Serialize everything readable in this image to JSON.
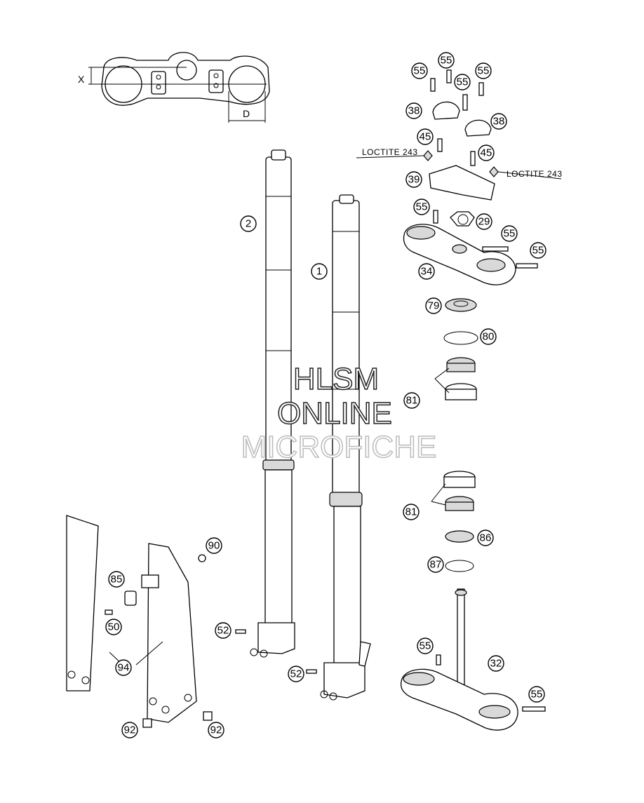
{
  "dimension_labels": {
    "x": "X",
    "d": "D"
  },
  "loctite_labels": [
    "LOCTITE 243",
    "LOCTITE 243"
  ],
  "watermark": {
    "line1": "HLSM",
    "line2": "ONLINE",
    "line3": "MICROFICHE"
  },
  "callouts": {
    "c55a": "55",
    "c55b": "55",
    "c55c": "55",
    "c55d": "55",
    "c38a": "38",
    "c38b": "38",
    "c45a": "45",
    "c45b": "45",
    "c39": "39",
    "c55e": "55",
    "c29": "29",
    "c55f": "55",
    "c55g": "55",
    "c34": "34",
    "c79": "79",
    "c80": "80",
    "c81a": "81",
    "c2": "2",
    "c1": "1",
    "c81b": "81",
    "c86": "86",
    "c87": "87",
    "c90": "90",
    "c85": "85",
    "c50": "50",
    "c94": "94",
    "c52a": "52",
    "c52b": "52",
    "c55h": "55",
    "c32": "32",
    "c55i": "55",
    "c92a": "92",
    "c92b": "92"
  }
}
